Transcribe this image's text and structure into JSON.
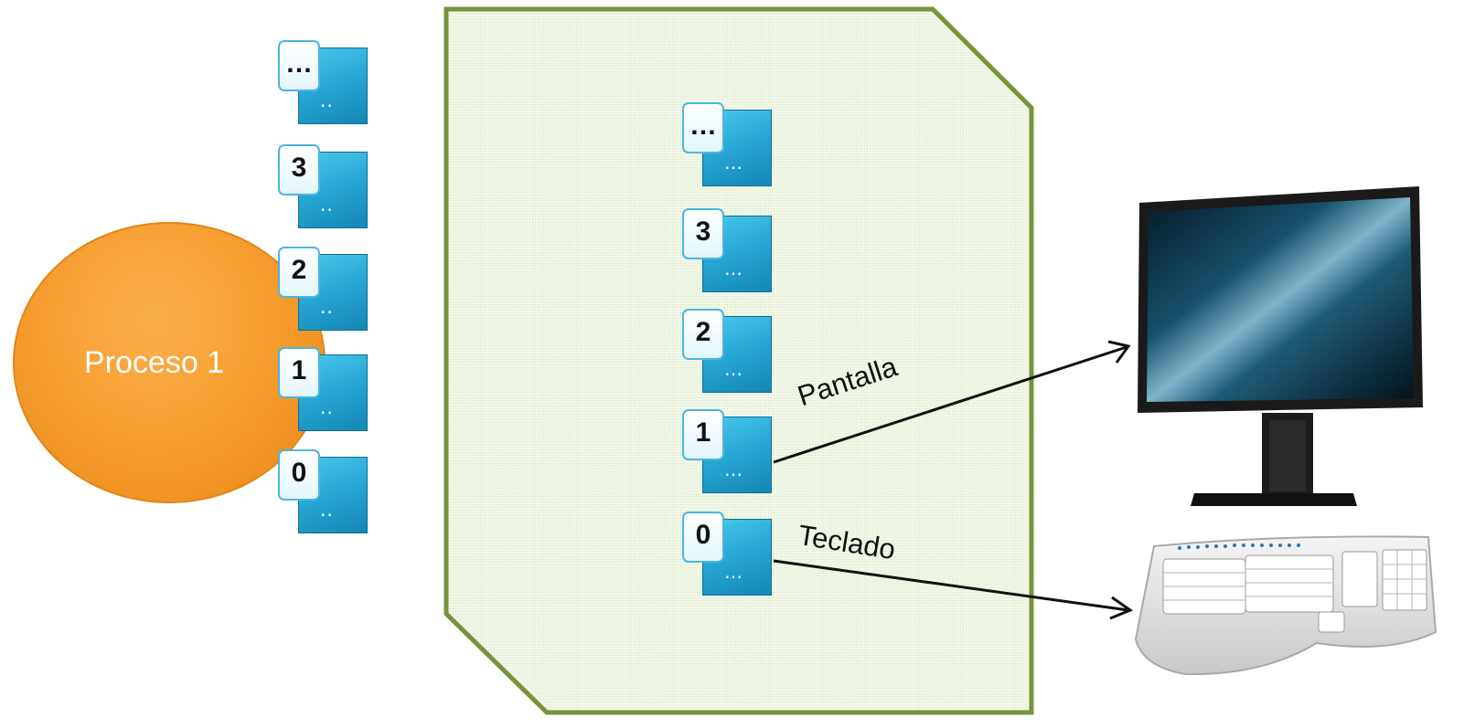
{
  "process": {
    "label": "Proceso 1"
  },
  "process_descriptors": [
    {
      "tab": "…",
      "body": ".."
    },
    {
      "tab": "3",
      "body": ".."
    },
    {
      "tab": "2",
      "body": ".."
    },
    {
      "tab": "1",
      "body": ".."
    },
    {
      "tab": "0",
      "body": ".."
    }
  ],
  "kernel_descriptors": [
    {
      "tab": "…",
      "body": "…"
    },
    {
      "tab": "3",
      "body": "…"
    },
    {
      "tab": "2",
      "body": "…"
    },
    {
      "tab": "1",
      "body": "…"
    },
    {
      "tab": "0",
      "body": "…"
    }
  ],
  "connections": [
    {
      "label": "Pantalla",
      "device": "monitor"
    },
    {
      "label": "Teclado",
      "device": "keyboard"
    }
  ],
  "icons": {
    "monitor": "monitor-icon",
    "keyboard": "keyboard-icon"
  },
  "colors": {
    "process_fill": "#f59a2b",
    "panel_fill": "#eef5e4",
    "panel_border": "#77933c",
    "descriptor_blue": "#27a9d6",
    "descriptor_tab_border": "#4bb6e0"
  }
}
